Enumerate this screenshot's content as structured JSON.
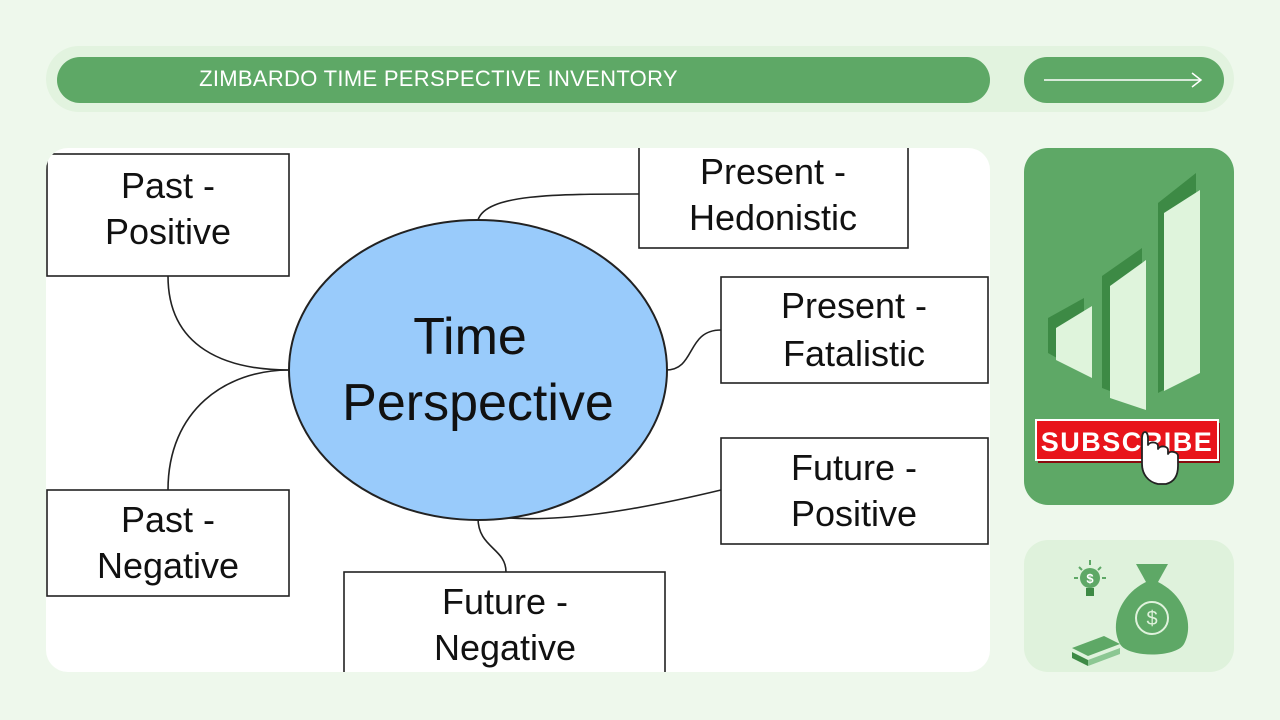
{
  "header": {
    "title": "ZIMBARDO TIME PERSPECTIVE INVENTORY"
  },
  "diagram": {
    "center": {
      "line1": "Time",
      "line2": "Perspective"
    },
    "nodes": [
      {
        "id": "past-positive",
        "line1": "Past -",
        "line2": "Positive"
      },
      {
        "id": "present-hedonistic",
        "line1": "Present -",
        "line2": "Hedonistic"
      },
      {
        "id": "present-fatalistic",
        "line1": "Present -",
        "line2": "Fatalistic"
      },
      {
        "id": "future-positive",
        "line1": "Future -",
        "line2": "Positive"
      },
      {
        "id": "past-negative",
        "line1": "Past -",
        "line2": "Negative"
      },
      {
        "id": "future-negative",
        "line1": "Future -",
        "line2": "Negative"
      }
    ]
  },
  "promo": {
    "subscribe_label": "SUBSCRIBE"
  },
  "icons": {
    "next": "arrow-right-icon",
    "growth": "bar-chart-icon",
    "click": "hand-pointer-icon",
    "money": "money-bag-icon",
    "idea": "lightbulb-dollar-icon"
  },
  "colors": {
    "accent": "#5ea866",
    "ellipse": "#99cbfb",
    "subscribe_red": "#e8141b"
  }
}
